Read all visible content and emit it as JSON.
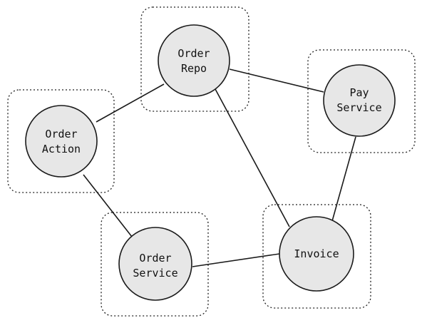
{
  "colors": {
    "node_fill": "#e7e7e7",
    "node_stroke": "#1a1a1a",
    "edge": "#1a1a1a",
    "cluster_border": "#222222",
    "background": "#ffffff"
  },
  "nodes": [
    {
      "id": "order-repo",
      "lines": [
        "Order",
        "Repo"
      ]
    },
    {
      "id": "pay-service",
      "lines": [
        "Pay",
        "Service"
      ]
    },
    {
      "id": "order-action",
      "lines": [
        "Order",
        "Action"
      ]
    },
    {
      "id": "order-service",
      "lines": [
        "Order",
        "Service"
      ]
    },
    {
      "id": "invoice",
      "lines": [
        "Invoice"
      ]
    }
  ],
  "edges": [
    {
      "from": "order-repo",
      "to": "pay-service"
    },
    {
      "from": "order-repo",
      "to": "order-action"
    },
    {
      "from": "order-repo",
      "to": "invoice"
    },
    {
      "from": "pay-service",
      "to": "invoice"
    },
    {
      "from": "order-action",
      "to": "order-service"
    },
    {
      "from": "order-service",
      "to": "invoice"
    }
  ]
}
